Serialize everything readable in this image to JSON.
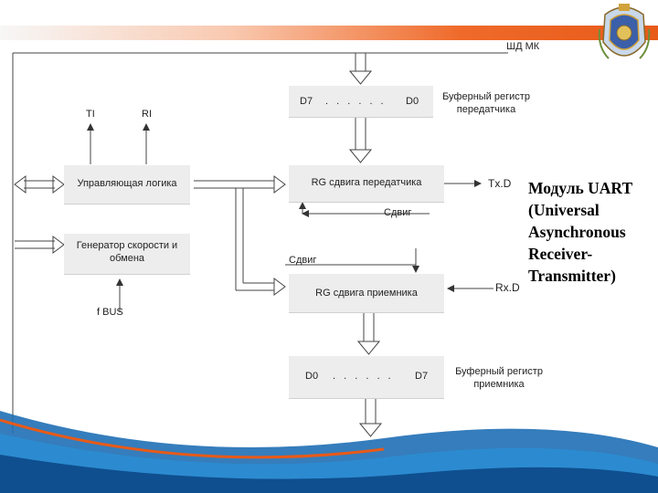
{
  "bus_label": "ШД МК",
  "tx_buffer": {
    "d_left": "D7",
    "dots": ". . . . . .",
    "d_right": "D0",
    "label_line1": "Буферный регистр",
    "label_line2": "передатчика"
  },
  "control": {
    "ti": "TI",
    "ri": "RI",
    "label": "Управляющая логика"
  },
  "tx_shift": {
    "label": "RG сдвига передатчика",
    "shift": "Сдвиг",
    "txd": "Tx.D"
  },
  "generator": {
    "line1": "Генератор скорости и",
    "line2": "обмена",
    "fbus": "f BUS"
  },
  "rx_shift": {
    "label": "RG сдвига приемника",
    "shift": "Сдвиг",
    "rxd": "Rx.D"
  },
  "rx_buffer": {
    "d_left": "D0",
    "dots": ". . . . . .",
    "d_right": "D7",
    "label_line1": "Буферный регистр",
    "label_line2": "приемника"
  },
  "title": "Модуль UART (Universal Asynchronous Receiver-Transmitter)",
  "colors": {
    "accent_orange": "#e85a18",
    "wave_blue": "#1f6fb5",
    "box_fill": "#ededed"
  }
}
